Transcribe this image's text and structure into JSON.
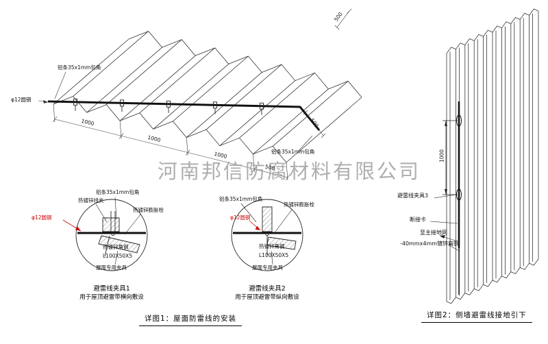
{
  "watermark": "河南邦信防腐材料有限公司",
  "roof_view": {
    "label_al_strip": "铝条35x1mm包角",
    "label_round_steel": "φ12圆钢",
    "dims": {
      "d1": "1000",
      "d2": "1000",
      "d3": "1000",
      "d4": "500",
      "d5": "500",
      "d6": "500"
    }
  },
  "detail_1": {
    "label_clamp": "热镀锌线夹",
    "label_al_strip": "铝条35x1mm包角",
    "label_bolt": "热镀锌膨胀栓",
    "label_round_steel": "φ12圆钢",
    "label_angle": "热镀锌角钢",
    "label_angle_spec": "L100X50X5",
    "label_fixture": "屋面专用夹具",
    "title": "避雷线夹具1",
    "subtitle": "用于屋顶避雷带横向敷设"
  },
  "detail_2": {
    "label_al_strip": "铝条35x1mm包角",
    "label_bolt": "热镀锌膨胀栓",
    "label_round_steel": "φ12圆钢",
    "label_angle": "热镀锌角钢",
    "label_angle_spec": "L100X50X5",
    "label_fixture": "屋面专用夹具",
    "title": "避雷线夹具2",
    "subtitle": "用于屋顶避雷带纵向敷设"
  },
  "wall_view": {
    "label_clamp3": "避雷线夹具3",
    "label_disconnect": "断接卡",
    "label_to_ground": "至主接地网",
    "label_flat_steel": "-40mmx4mm镀锌扁钢",
    "dim_height": "1000"
  },
  "captions": {
    "detail_1": "详图1：屋面防雷线的安装",
    "detail_2": "详图2：侧墙避雷线接地引下"
  },
  "colors": {
    "line": "#1a1a1a",
    "accent_red": "#cc0000",
    "watermark_gray": "#9b9b9b"
  }
}
